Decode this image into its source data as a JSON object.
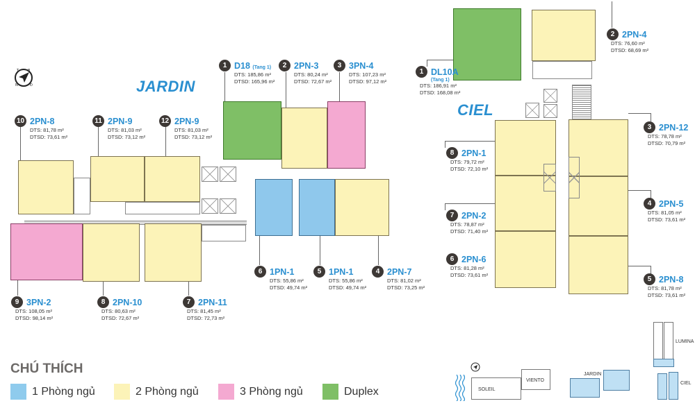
{
  "buildings": {
    "jardin": {
      "title": "JARDIN",
      "units": [
        {
          "num": "1",
          "code": "D18",
          "note": "(Tang 1)",
          "dts": "DTS: 185,86 m²",
          "dtsd": "DTSD: 165,96 m²",
          "type": "duplex"
        },
        {
          "num": "2",
          "code": "2PN-3",
          "dts": "DTS: 80,24 m²",
          "dtsd": "DTSD: 72,67 m²",
          "type": "2pn"
        },
        {
          "num": "3",
          "code": "3PN-4",
          "dts": "DTS: 107,23 m²",
          "dtsd": "DTSD: 97,12 m²",
          "type": "3pn"
        },
        {
          "num": "4",
          "code": "2PN-7",
          "dts": "DTS: 81,02 m²",
          "dtsd": "DTSD: 73,25 m²",
          "type": "2pn"
        },
        {
          "num": "5",
          "code": "1PN-1",
          "dts": "DTS: 55,86 m²",
          "dtsd": "DTSD: 49,74 m²",
          "type": "1pn"
        },
        {
          "num": "6",
          "code": "1PN-1",
          "dts": "DTS: 55,86 m²",
          "dtsd": "DTSD: 49,74 m²",
          "type": "1pn"
        },
        {
          "num": "7",
          "code": "2PN-11",
          "dts": "DTS: 81,45 m²",
          "dtsd": "DTSD: 72,73 m²",
          "type": "2pn"
        },
        {
          "num": "8",
          "code": "2PN-10",
          "dts": "DTS: 80,63 m²",
          "dtsd": "DTSD: 72,67 m²",
          "type": "2pn"
        },
        {
          "num": "9",
          "code": "3PN-2",
          "dts": "DTS: 108,05 m²",
          "dtsd": "DTSD: 98,14 m²",
          "type": "3pn"
        },
        {
          "num": "10",
          "code": "2PN-8",
          "dts": "DTS: 81,78 m²",
          "dtsd": "DTSD: 73,61 m²",
          "type": "2pn"
        },
        {
          "num": "11",
          "code": "2PN-9",
          "dts": "DTS: 81,03 m²",
          "dtsd": "DTSD: 73,12 m²",
          "type": "2pn"
        },
        {
          "num": "12",
          "code": "2PN-9",
          "dts": "DTS: 81,03 m²",
          "dtsd": "DTSD: 73,12 m²",
          "type": "2pn"
        }
      ]
    },
    "ciel": {
      "title": "CIEL",
      "units": [
        {
          "num": "1",
          "code": "DL10A",
          "note": "(Tang 1)",
          "dts": "DTS: 186,91 m²",
          "dtsd": "DTSD: 168,08 m²",
          "type": "duplex"
        },
        {
          "num": "2",
          "code": "2PN-4",
          "dts": "DTS: 76,60 m²",
          "dtsd": "DTSD: 68,69 m²",
          "type": "2pn"
        },
        {
          "num": "3",
          "code": "2PN-12",
          "dts": "DTS: 78,78 m²",
          "dtsd": "DTSD: 70,79 m²",
          "type": "2pn"
        },
        {
          "num": "4",
          "code": "2PN-5",
          "dts": "DTS: 81,05 m²",
          "dtsd": "DTSD: 73,61 m²",
          "type": "2pn"
        },
        {
          "num": "5",
          "code": "2PN-8",
          "dts": "DTS: 81,78 m²",
          "dtsd": "DTSD: 73,61 m²",
          "type": "2pn"
        },
        {
          "num": "6",
          "code": "2PN-6",
          "dts": "DTS: 81,28 m²",
          "dtsd": "DTSD: 73,61 m²",
          "type": "2pn"
        },
        {
          "num": "7",
          "code": "2PN-2",
          "dts": "DTS: 78,87 m²",
          "dtsd": "DTSD: 71,40 m²",
          "type": "2pn"
        },
        {
          "num": "8",
          "code": "2PN-1",
          "dts": "DTS: 79,72 m²",
          "dtsd": "DTSD: 72,10 m²",
          "type": "2pn"
        }
      ]
    }
  },
  "compass": {
    "letters": [
      "T",
      "B",
      "Đ",
      "N"
    ]
  },
  "legend": {
    "title": "CHÚ THÍCH",
    "items": [
      {
        "label": "1 Phòng ngủ",
        "color": "#8fcbed"
      },
      {
        "label": "2 Phòng ngủ",
        "color": "#fcf3b8"
      },
      {
        "label": "3 Phòng ngủ",
        "color": "#f4a9d1"
      },
      {
        "label": "Duplex",
        "color": "#7fbf66"
      }
    ]
  },
  "site_plan": {
    "labels": [
      "SOLEIL",
      "VIENTO",
      "JARDIN",
      "LUMINA",
      "CIEL"
    ]
  },
  "colors": {
    "accent_blue": "#2a8fd0",
    "one_bed": "#8fcbed",
    "two_bed": "#fcf3b8",
    "three_bed": "#f4a9d1",
    "duplex": "#7fbf66"
  }
}
